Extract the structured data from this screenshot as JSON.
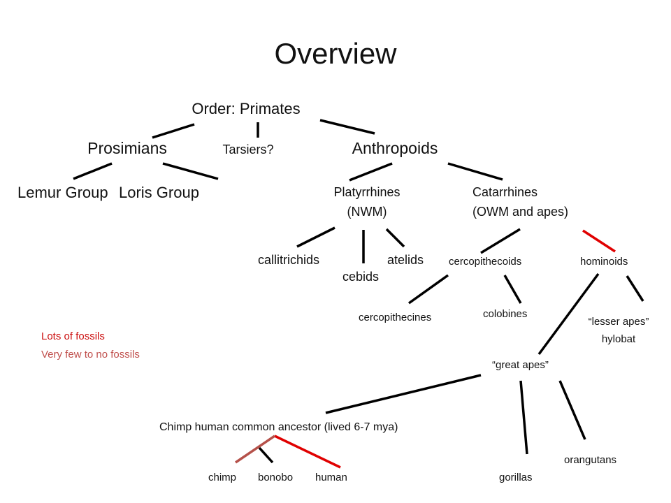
{
  "title": "Overview",
  "colors": {
    "black": "#000000",
    "red": "#e00000",
    "brick": "#b5514a",
    "legend_red": "#cc1111",
    "legend_brick": "#c0504d"
  },
  "nodes": {
    "order": "Order: Primates",
    "prosimians": "Prosimians",
    "tarsiers": "Tarsiers?",
    "anthropoids": "Anthropoids",
    "lemur_group": "Lemur Group",
    "loris_group": "Loris Group",
    "platyrrhines_line1": "Platyrrhines",
    "platyrrhines_line2": "(NWM)",
    "catarrhines_line1": "Catarrhines",
    "catarrhines_line2": "(OWM and apes)",
    "callitrichids": "callitrichids",
    "cebids": "cebids",
    "atelids": "atelids",
    "cercopithecoids": "cercopithecoids",
    "hominoids": "hominoids",
    "cercopithecines": "cercopithecines",
    "colobines": "colobines",
    "lesser_apes_line1": "“lesser apes”",
    "lesser_apes_line2": "hylobat",
    "great_apes": "“great apes”",
    "common_ancestor": "Chimp human common ancestor (lived 6-7 mya)",
    "chimp": "chimp",
    "bonobo": "bonobo",
    "human": "human",
    "gorillas": "gorillas",
    "orangutans": "orangutans"
  },
  "legend": {
    "lots": "Lots of fossils",
    "few": "Very few to no fossils"
  }
}
